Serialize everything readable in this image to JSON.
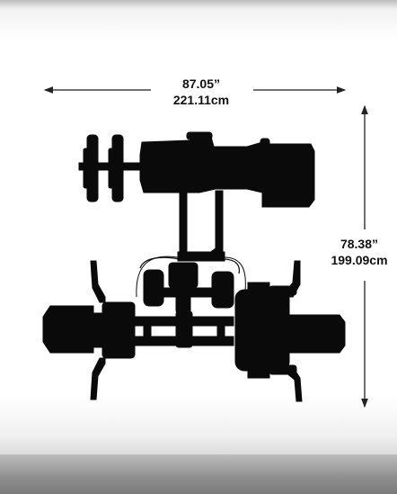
{
  "dimensions": {
    "width_in": "87.05”",
    "width_cm": "221.11cm",
    "height_in": "78.38”",
    "height_cm": "199.09cm"
  },
  "colors": {
    "machine": "#0a0a0a",
    "arrow": "#222222"
  }
}
